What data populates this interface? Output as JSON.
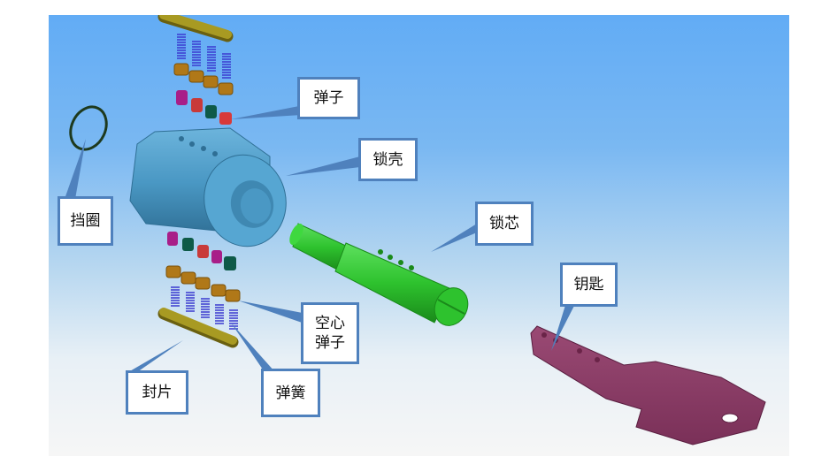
{
  "diagram": {
    "title_visible": false,
    "subject": "Exploded view of a pin tumbler lock",
    "colors": {
      "background_top": "#62acf5",
      "background_bottom": "#f6f6f6",
      "callout_border": "#4f81bd",
      "lock_shell": "#4a98c4",
      "lock_core": "#2ec22e",
      "key": "#8a3c66",
      "sealing_strip": "#9b9020",
      "spring": "#3a3ad0",
      "hollow_pin": "#b07818",
      "retaining_ring": "#1e3a1e"
    },
    "labels": {
      "pins": "弹子",
      "lock_shell": "锁壳",
      "retaining_ring": "挡圈",
      "lock_core": "锁芯",
      "key": "钥匙",
      "hollow_pins_line1": "空心",
      "hollow_pins_line2": "弹子",
      "sealing_strip": "封片",
      "springs": "弹簧"
    }
  }
}
